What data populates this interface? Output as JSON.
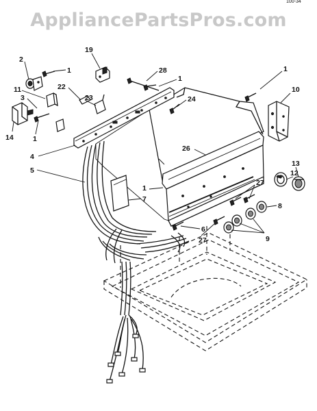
{
  "watermark": "AppliancePartsPros.com",
  "corner_mark": "100-34",
  "colors": {
    "line": "#111111",
    "watermark": "#c8c8c8",
    "background": "#ffffff"
  },
  "callouts": [
    {
      "id": "c1a",
      "label": "1"
    },
    {
      "id": "c2",
      "label": "2"
    },
    {
      "id": "c11",
      "label": "11"
    },
    {
      "id": "c3",
      "label": "3"
    },
    {
      "id": "c14",
      "label": "14"
    },
    {
      "id": "c1b",
      "label": "1"
    },
    {
      "id": "c19",
      "label": "19"
    },
    {
      "id": "c22",
      "label": "22"
    },
    {
      "id": "c23",
      "label": "23"
    },
    {
      "id": "c28",
      "label": "28"
    },
    {
      "id": "c1c",
      "label": "1"
    },
    {
      "id": "c24",
      "label": "24"
    },
    {
      "id": "c1d",
      "label": "1"
    },
    {
      "id": "c10",
      "label": "10"
    },
    {
      "id": "c4",
      "label": "4"
    },
    {
      "id": "c5",
      "label": "5"
    },
    {
      "id": "c26",
      "label": "26"
    },
    {
      "id": "c12",
      "label": "12"
    },
    {
      "id": "c13",
      "label": "13"
    },
    {
      "id": "c1e",
      "label": "1"
    },
    {
      "id": "c7",
      "label": "7"
    },
    {
      "id": "c27a",
      "label": "27"
    },
    {
      "id": "c8",
      "label": "8"
    },
    {
      "id": "c6",
      "label": "6"
    },
    {
      "id": "c27b",
      "label": "27"
    },
    {
      "id": "c9",
      "label": "9"
    }
  ]
}
